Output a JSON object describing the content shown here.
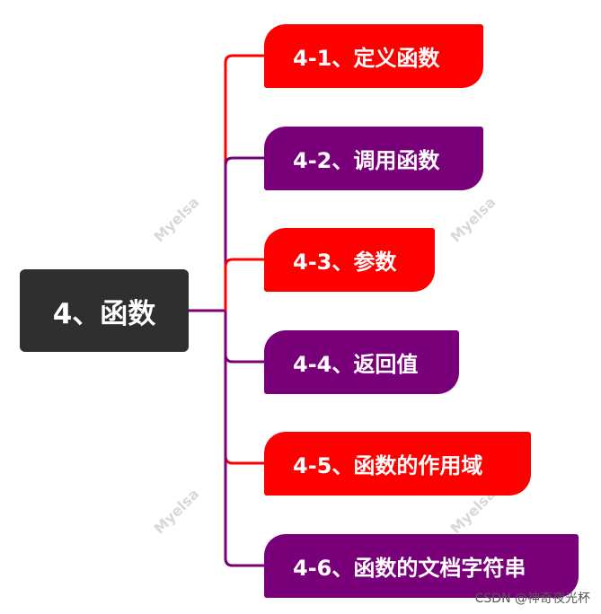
{
  "root": {
    "label": "4、函数",
    "color": "#2f2f2f"
  },
  "nodes": [
    {
      "label": "4-1、定义函数",
      "color": "#ff0000"
    },
    {
      "label": "4-2、调用函数",
      "color": "#7a0079"
    },
    {
      "label": "4-3、参数",
      "color": "#ff0000"
    },
    {
      "label": "4-4、返回值",
      "color": "#7a0079"
    },
    {
      "label": "4-5、函数的作用域",
      "color": "#ff0000"
    },
    {
      "label": "4-6、函数的文档字符串",
      "color": "#7a0079"
    }
  ],
  "watermark": "Myelsa",
  "footer": "CSDN @神奇夜光杯"
}
